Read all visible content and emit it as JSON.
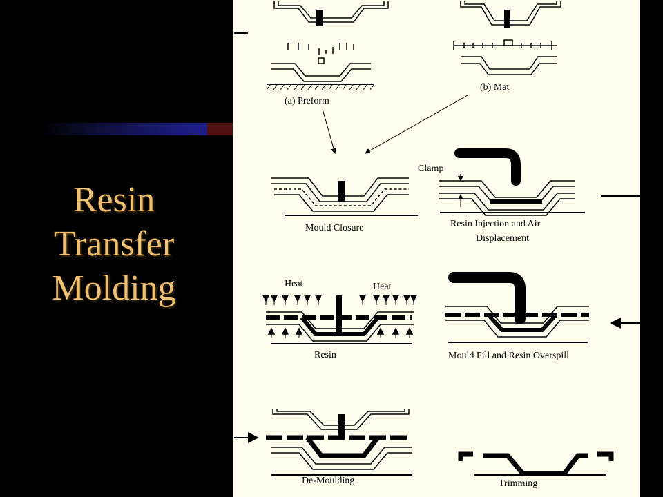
{
  "slide": {
    "title_lines": [
      "Resin",
      "Transfer",
      "Molding"
    ],
    "colors": {
      "background": "#000000",
      "title": "#f0c070",
      "panel": "#fffff0",
      "bar_start": "#1a1a7a",
      "bar_end": "#202098"
    }
  },
  "diagram": {
    "labels": {
      "preform": "(a) Preform",
      "mat": "(b) Mat",
      "clamp": "Clamp",
      "mould_closure": "Mould Closure",
      "resin_injection_1": "Resin Injection and Air",
      "resin_injection_2": "Displacement",
      "heat_left": "Heat",
      "heat_right": "Heat",
      "resin_cure": "Resin",
      "mould_fill": "Mould Fill and Resin Overspill",
      "demoulding": "De-Moulding",
      "trimming": "Trimming"
    }
  }
}
